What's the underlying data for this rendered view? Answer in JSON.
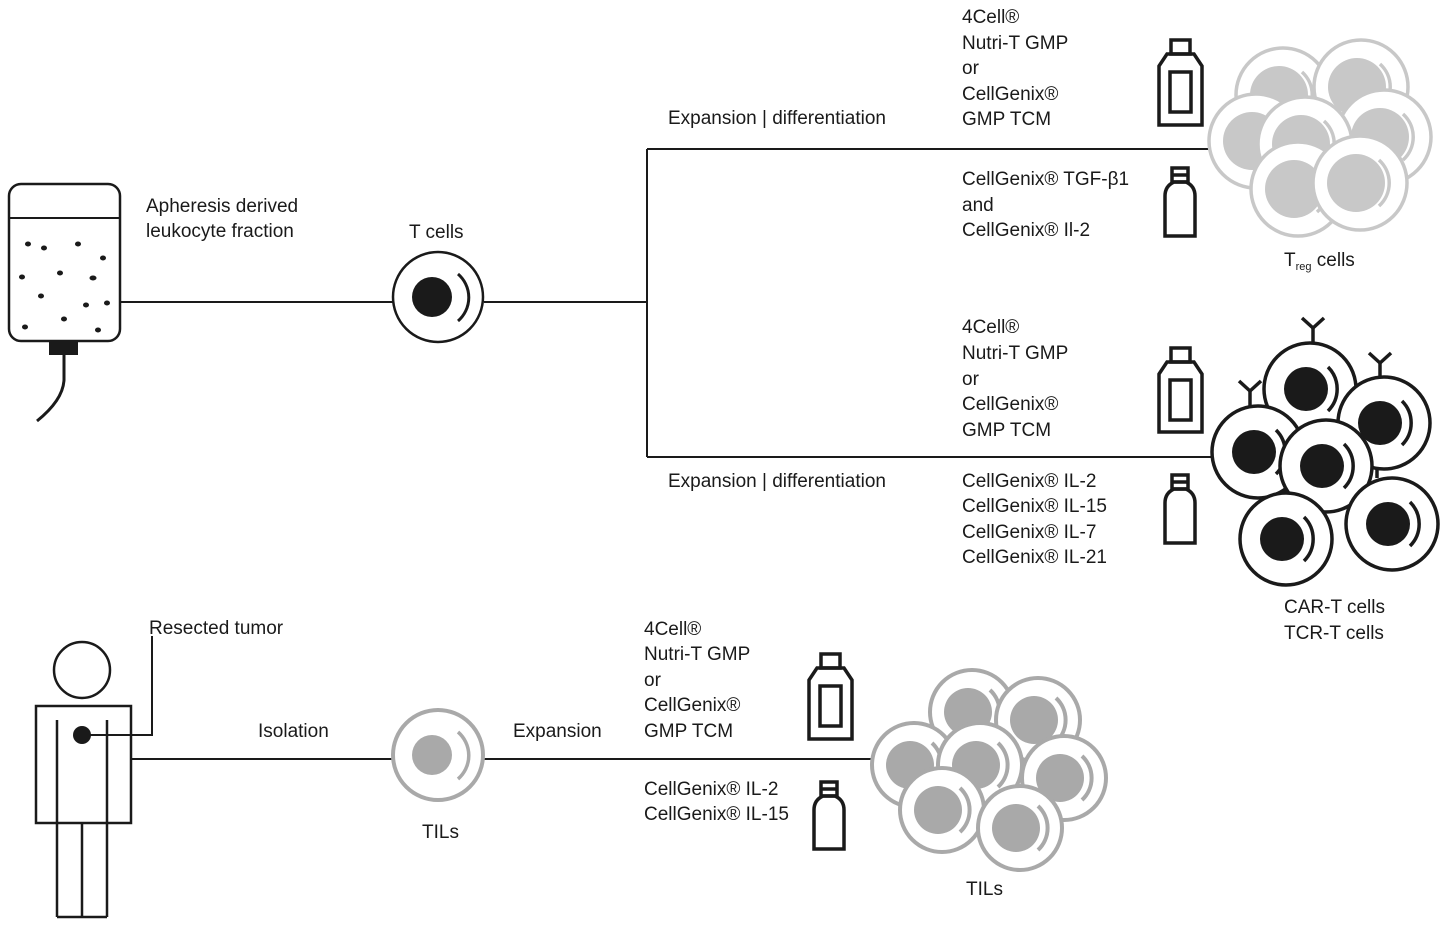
{
  "apheresis": {
    "label_line1": "Apheresis derived",
    "label_line2": "leukocyte fraction"
  },
  "t_cells": {
    "label": "T cells"
  },
  "upper_branch": {
    "process_label": "Expansion | differentiation",
    "medium_lines": [
      "4Cell®",
      "Nutri-T GMP",
      "or",
      "CellGenix®",
      "GMP TCM"
    ],
    "factor_lines": [
      "CellGenix® TGF-β1",
      "and",
      "CellGenix® Il-2"
    ],
    "result": {
      "main": "T",
      "subscript": "reg",
      "suffix": " cells"
    }
  },
  "lower_branch": {
    "process_label": "Expansion | differentiation",
    "medium_lines": [
      "4Cell®",
      "Nutri-T GMP",
      "or",
      "CellGenix®",
      "GMP TCM"
    ],
    "factor_lines": [
      "CellGenix® IL-2",
      "CellGenix® IL-15",
      "CellGenix® IL-7",
      "CellGenix® IL-21"
    ],
    "result_lines": [
      "CAR-T cells",
      "TCR-T cells"
    ]
  },
  "tumor_path": {
    "tumor_label": "Resected tumor",
    "isolation_label": "Isolation",
    "tils_label": "TILs",
    "expansion_label": "Expansion",
    "medium_lines": [
      "4Cell®",
      "Nutri-T GMP",
      "or",
      "CellGenix®",
      "GMP TCM"
    ],
    "factor_lines": [
      "CellGenix® IL-2",
      "CellGenix® IL-15"
    ],
    "result_label": "TILs"
  },
  "colors": {
    "line": "#1a1a1a",
    "treg_gray": "#c8c8c8",
    "til_gray": "#a9a9a9",
    "dark": "#1a1a1a"
  }
}
